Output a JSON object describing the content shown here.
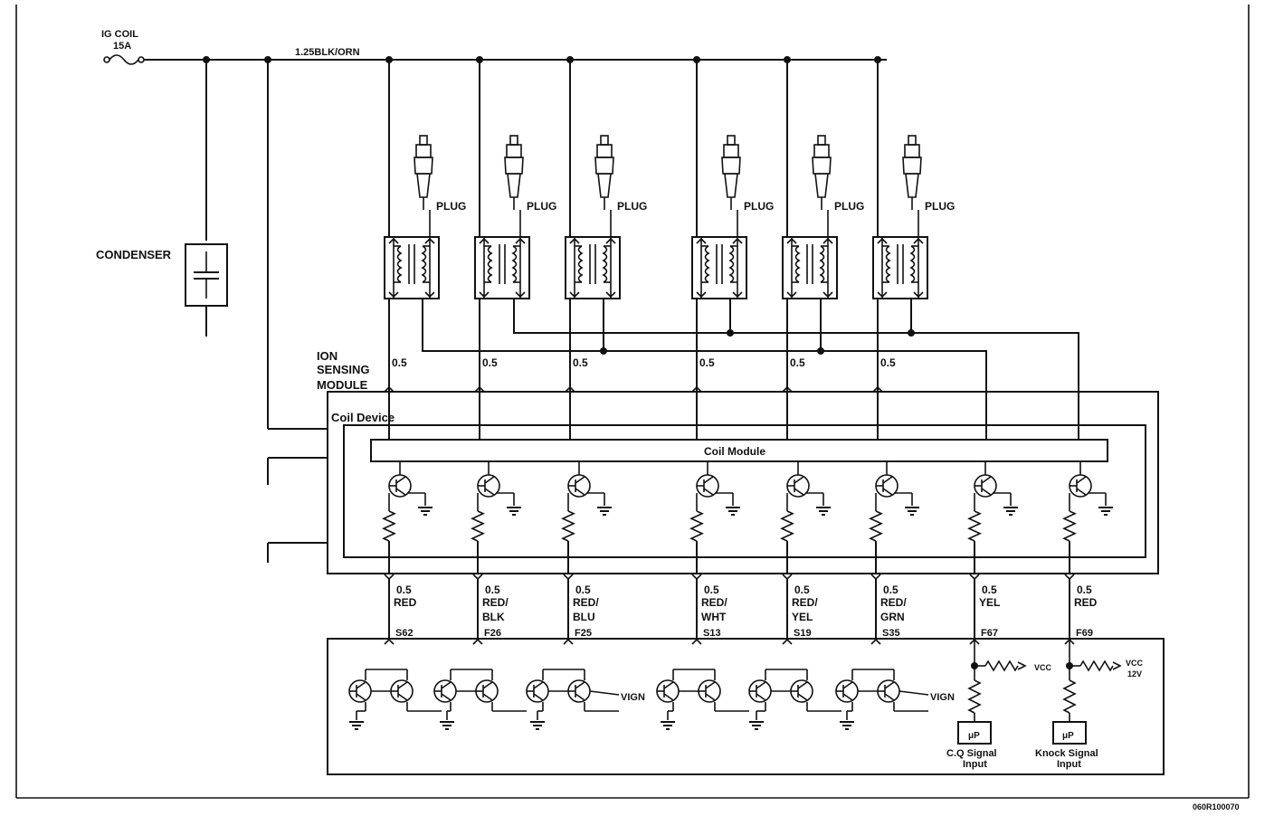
{
  "texts": {
    "ig_coil": "IG COIL",
    "fuse_rating": "15A",
    "main_wire": "1.25BLK/ORN",
    "condenser": "CONDENSER",
    "plug": "PLUG",
    "ion1": "ION",
    "ion2": "SENSING",
    "ion3": "MODULE",
    "coil_device": "Coil Device",
    "coil_module": "Coil Module",
    "vign": "VIGN",
    "vcc": "VCC",
    "vcc2": "VCC",
    "v12": "12V",
    "up": "μP",
    "cq1": "C.Q Signal",
    "cq2": "Input",
    "kn1": "Knock Signal",
    "kn2": "Input",
    "fig_code": "060R100070"
  },
  "upper_wire_gauge": [
    "0.5",
    "0.5",
    "0.5",
    "0.5",
    "0.5",
    "0.5"
  ],
  "lower_wires": [
    {
      "gauge": "0.5",
      "color1": "RED",
      "color2": "",
      "pin": "S62"
    },
    {
      "gauge": "0.5",
      "color1": "RED/",
      "color2": "BLK",
      "pin": "F26"
    },
    {
      "gauge": "0.5",
      "color1": "RED/",
      "color2": "BLU",
      "pin": "F25"
    },
    {
      "gauge": "0.5",
      "color1": "RED/",
      "color2": "WHT",
      "pin": "S13"
    },
    {
      "gauge": "0.5",
      "color1": "RED/",
      "color2": "YEL",
      "pin": "S19"
    },
    {
      "gauge": "0.5",
      "color1": "RED/",
      "color2": "GRN",
      "pin": "S35"
    },
    {
      "gauge": "0.5",
      "color1": "YEL",
      "color2": "",
      "pin": "F67"
    },
    {
      "gauge": "0.5",
      "color1": "RED",
      "color2": "",
      "pin": "F69"
    }
  ]
}
